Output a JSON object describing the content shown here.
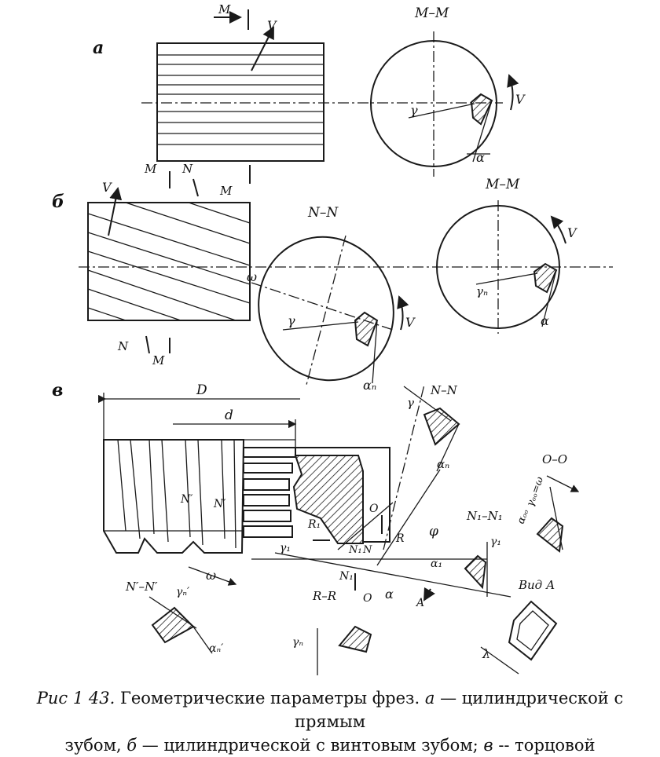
{
  "labels": {
    "view_a": "а",
    "view_b": "б",
    "view_v": "в",
    "section_mm": "M–M",
    "section_nn": "N–N",
    "section_oo": "O–O",
    "section_n1n1": "N₁–N₁",
    "section_nn_prime": "N′–N′",
    "section_rr": "R–R",
    "view_a_letter": "Вид А",
    "cut_m": "M",
    "cut_n": "N",
    "cut_n1": "N₁",
    "cut_n_prime": "N′",
    "cut_r": "R",
    "cut_r1": "R₁",
    "cut_o": "O",
    "arrow_a": "A",
    "v": "V",
    "gamma": "γ",
    "alpha": "α",
    "gamma_n": "γₙ",
    "alpha_n": "αₙ",
    "gamma_1": "γ₁",
    "alpha_1": "α₁",
    "gamma_n_prime": "γₙ′",
    "alpha_n_prime": "αₙ′",
    "gamma_oo": "γₒₒ=ω",
    "alpha_oo": "αₒₒ",
    "omega": "ω",
    "phi": "φ",
    "lambda": "λ",
    "dim_D": "D",
    "dim_d": "d"
  },
  "caption": {
    "prefix": "Рис 1 43.",
    "text_1": " Геометрические параметры фрез. ",
    "item_a_letter": "а",
    "item_a_text": " — цилиндрической с прямым",
    "text_2": "зубом, ",
    "item_b_letter": "б",
    "item_b_text": " — цилиндрической с винтовым зубом; ",
    "item_v_letter": "в",
    "item_v_text": " -- торцовой"
  }
}
